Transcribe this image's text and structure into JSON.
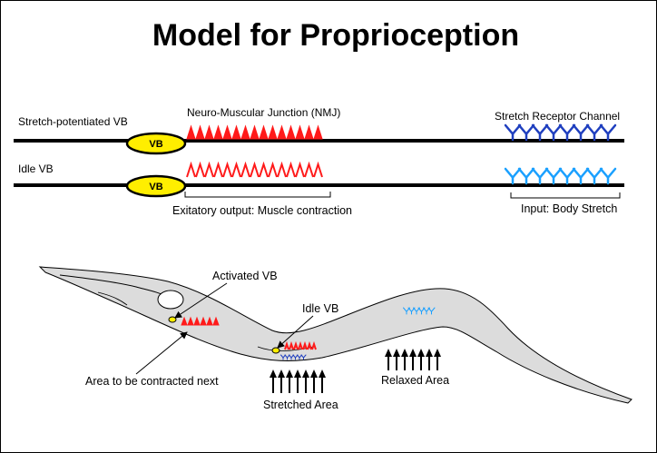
{
  "title": "Model for Proprioception",
  "rows": {
    "stretch_potentiated_label": "Stretch-potentiated VB",
    "idle_label": "Idle VB",
    "vb_label": "VB",
    "nmj_label": "Neuro-Muscular Junction (NMJ)",
    "stretch_receptor_label": "Stretch Receptor Channel",
    "excitatory_output_label": "Exitatory output: Muscle contraction",
    "input_label": "Input: Body Stretch"
  },
  "worm": {
    "activated_vb_label": "Activated VB",
    "idle_vb_label": "Idle VB",
    "contracted_next_label": "Area to be contracted next",
    "relaxed_area_label": "Relaxed Area",
    "stretched_area_label": "Stretched Area"
  },
  "colors": {
    "nmj_red": "#ff1a1a",
    "receptor_dark_blue": "#1f3fbf",
    "receptor_light_blue": "#1aa0ff",
    "vb_yellow": "#ffee00",
    "worm_gray": "#dcdcdc"
  }
}
